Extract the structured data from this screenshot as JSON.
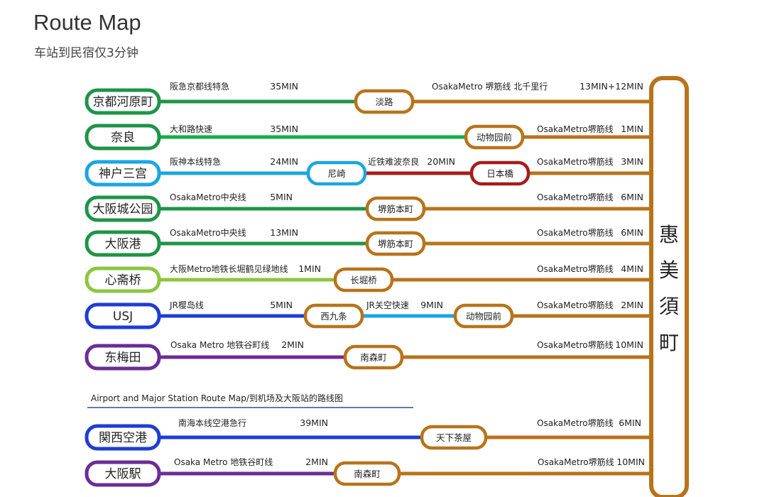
{
  "title": "Route Map",
  "subtitle": "车站到民宿仅3分钟",
  "destination": "惠美須町",
  "section_title": "Airport and Major Station Route Map/到机场及大阪站的路线图",
  "colors": {
    "final_line": "#b8731a",
    "dark_green": "#1e9447",
    "bright_green": "#0fb04a",
    "light_blue": "#1ba6e0",
    "lime": "#8cc63f",
    "blue": "#1e3dd4",
    "purple": "#6b2d96",
    "dark_red": "#a51c1c",
    "section_rule": "#2f4f8a"
  },
  "routes": [
    {
      "start": "京都河原町",
      "start_color": "#1e9447",
      "segments": [
        {
          "line": "阪急京都线特急",
          "time": "35MIN",
          "color": "#1e9447",
          "to": "淡路"
        },
        {
          "line": "OsakaMetro 堺筋线 北千里行",
          "time": "13MIN+12MIN",
          "color": "#b8731a"
        }
      ]
    },
    {
      "start": "奈良",
      "start_color": "#1e9447",
      "segments": [
        {
          "line": "大和路快速",
          "time": "35MIN",
          "color": "#0fb04a",
          "to": "动物园前"
        },
        {
          "line": "OsakaMetro堺筋线",
          "time": "1MIN",
          "color": "#b8731a"
        }
      ]
    },
    {
      "start": "神户三宫",
      "start_color": "#1ba6e0",
      "segments": [
        {
          "line": "阪神本线特急",
          "time": "24MIN",
          "color": "#1ba6e0",
          "to": "尼崎"
        },
        {
          "line": "近铁难波奈良",
          "time": "20MIN",
          "color": "#a51c1c",
          "to": "日本橋"
        },
        {
          "line": "OsakaMetro堺筋线",
          "time": "3MIN",
          "color": "#b8731a"
        }
      ]
    },
    {
      "start": "大阪城公园",
      "start_color": "#1e9447",
      "segments": [
        {
          "line": "OsakaMetro中央线",
          "time": "5MIN",
          "color": "#1e9447",
          "to": "堺筋本町"
        },
        {
          "line": "OsakaMetro堺筋线",
          "time": "6MIN",
          "color": "#b8731a"
        }
      ]
    },
    {
      "start": "大阪港",
      "start_color": "#1e9447",
      "segments": [
        {
          "line": "OsakaMetro中央线",
          "time": "13MIN",
          "color": "#1e9447",
          "to": "堺筋本町"
        },
        {
          "line": "OsakaMetro堺筋线",
          "time": "6MIN",
          "color": "#b8731a"
        }
      ]
    },
    {
      "start": "心斋桥",
      "start_color": "#8cc63f",
      "segments": [
        {
          "line": "大阪Metro地铁长堀鹤见绿地线",
          "time": "1MIN",
          "color": "#8cc63f",
          "to": "长堀桥"
        },
        {
          "line": "OsakaMetro堺筋线",
          "time": "4MIN",
          "color": "#b8731a"
        }
      ]
    },
    {
      "start": "USJ",
      "start_color": "#1e3dd4",
      "segments": [
        {
          "line": "JR樱岛线",
          "time": "5MIN",
          "color": "#1e3dd4",
          "to": "西九条"
        },
        {
          "line": "JR关空快速",
          "time": "9MIN",
          "color": "#1ba6e0",
          "to": "动物园前"
        },
        {
          "line": "OsakaMetro堺筋线",
          "time": "2MIN",
          "color": "#b8731a"
        }
      ]
    },
    {
      "start": "东梅田",
      "start_color": "#6b2d96",
      "segments": [
        {
          "line": "Osaka Metro 地铁谷町线",
          "time": "2MIN",
          "color": "#6b2d96",
          "to": "南森町"
        },
        {
          "line": "OsakaMetro堺筋线",
          "time": "10MIN",
          "color": "#b8731a"
        }
      ]
    },
    {
      "start": "関西空港",
      "start_color": "#1e3dd4",
      "segments": [
        {
          "line": "南海本线空港急行",
          "time": "39MIN",
          "color": "#1e3dd4",
          "to": "天下茶屋"
        },
        {
          "line": "OsakaMetro堺筋线",
          "time": "6MIN",
          "color": "#b8731a"
        }
      ]
    },
    {
      "start": "大阪駅",
      "start_color": "#6b2d96",
      "segments": [
        {
          "line": "Osaka Metro 地铁谷町线",
          "time": "2MIN",
          "color": "#6b2d96",
          "to": "南森町"
        },
        {
          "line": "OsakaMetro堺筋线",
          "time": "10MIN",
          "color": "#b8731a"
        }
      ]
    }
  ]
}
